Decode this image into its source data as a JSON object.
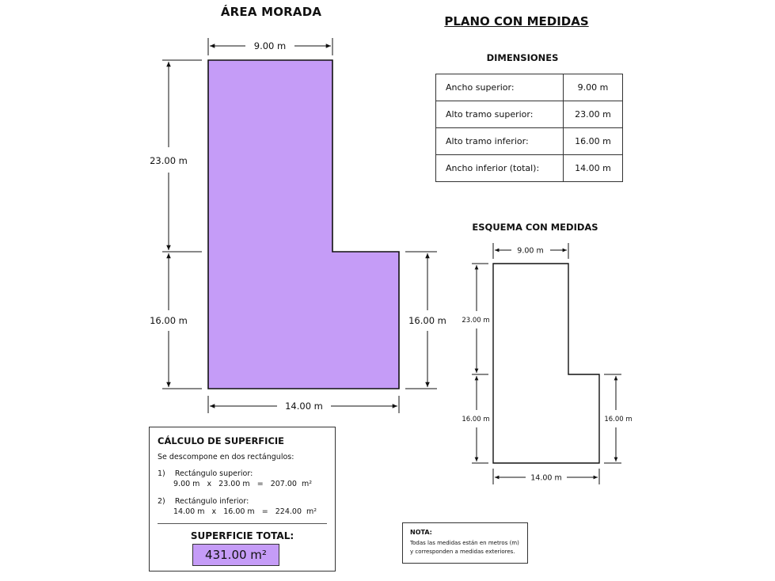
{
  "titles": {
    "main_left": "ÁREA MORADA",
    "main_right": "PLANO CON MEDIDAS",
    "dimensions": "DIMENSIONES",
    "scheme": "ESQUEMA CON MEDIDAS"
  },
  "shape": {
    "fill_color": "#c59cf7",
    "top_width": "9.00 m",
    "upper_height": "23.00 m",
    "lower_height_left": "16.00 m",
    "lower_height_right": "16.00 m",
    "bottom_width": "14.00 m"
  },
  "dimensions_table": [
    {
      "label": "Ancho superior:",
      "value": "9.00 m"
    },
    {
      "label": "Alto tramo superior:",
      "value": "23.00 m"
    },
    {
      "label": "Alto tramo inferior:",
      "value": "16.00 m"
    },
    {
      "label": "Ancho inferior (total):",
      "value": "14.00 m"
    }
  ],
  "scheme": {
    "top_width": "9.00 m",
    "upper_height": "23.00 m",
    "lower_height_left": "16.00 m",
    "lower_height_right": "16.00 m",
    "bottom_width": "14.00 m"
  },
  "calculation": {
    "title": "CÁLCULO DE SUPERFICIE",
    "intro": "Se descompone en dos rectángulos:",
    "rect1_label": "1)    Rectángulo superior:",
    "rect1_formula": "9.00 m   x   23.00 m   =   207.00  m²",
    "rect2_label": "2)    Rectángulo inferior:",
    "rect2_formula": "14.00 m   x   16.00 m   =   224.00  m²",
    "total_label": "SUPERFICIE TOTAL:",
    "total_value": "431.00 m²"
  },
  "note": {
    "title": "NOTA:",
    "line1": "Todas las medidas están en metros (m)",
    "line2": "y corresponden a medidas exteriores."
  }
}
